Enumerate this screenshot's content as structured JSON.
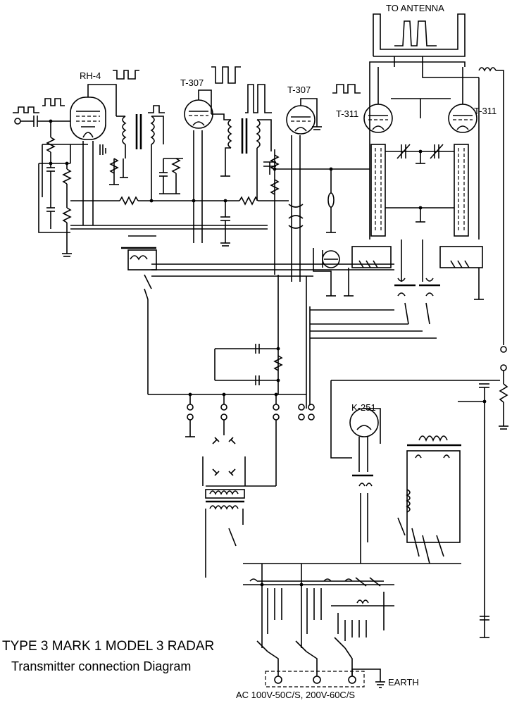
{
  "labels": {
    "antenna": "TO ANTENNA",
    "rh4": "RH-4",
    "t307_a": "T-307",
    "t307_b": "T-307",
    "t311_a": "T-311",
    "t311_b": "T-311",
    "k251": "K-251",
    "earth": "EARTH",
    "ac_supply": "AC 100V-50C/S, 200V-60C/S"
  },
  "title": {
    "line1": "TYPE 3 MARK 1 MODEL 3 RADAR",
    "line2": "Transmitter connection Diagram"
  }
}
